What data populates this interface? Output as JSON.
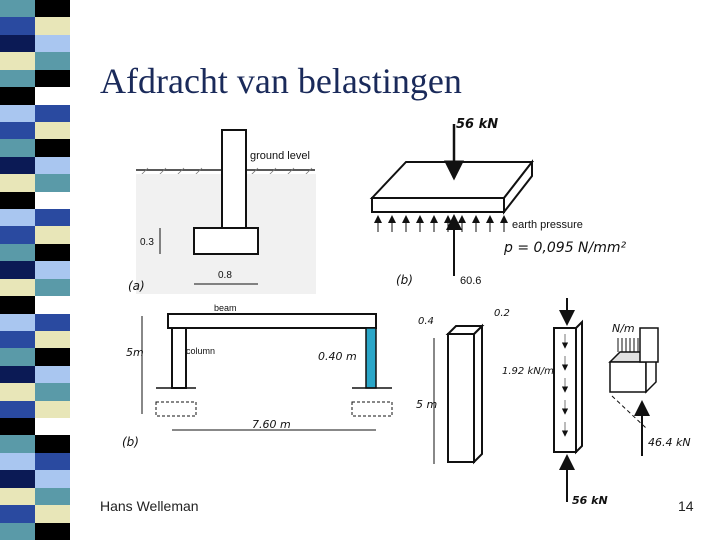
{
  "slide": {
    "title": "Afdracht van belastingen",
    "author": "Hans Welleman",
    "page_number": "14"
  },
  "figure_a": {
    "ground_level": "ground level",
    "depth": "0.3",
    "width": "0.8",
    "panel": "(a)"
  },
  "figure_b_slab": {
    "load": "56 kN",
    "earth_pressure": "earth pressure",
    "pressure_value": "p = 0,095 N/mm²",
    "reaction": "60.6",
    "panel": "(b)"
  },
  "figure_c_frame": {
    "beam": "beam",
    "column": "column",
    "height": "5m",
    "section": "0.40 m",
    "span": "7.60 m",
    "panel": "(b)"
  },
  "figure_d_wall": {
    "thickness": "0.4",
    "width": "0.2",
    "height": "5 m"
  },
  "figure_e_column": {
    "distributed": "1.92 kN/m",
    "bottom_load": "56 kN"
  },
  "figure_f_wall": {
    "line_load": "N/m",
    "reaction": "46.4 kN"
  },
  "colors": {
    "title": "#1a2a5a",
    "stripe": [
      "#5a9aa8",
      "#2a4aa0",
      "#0b1a55",
      "#000000",
      "#e8e6b8",
      "#a9c6f0",
      "#ffffff"
    ],
    "highlight_column": "#2aa6c8"
  }
}
